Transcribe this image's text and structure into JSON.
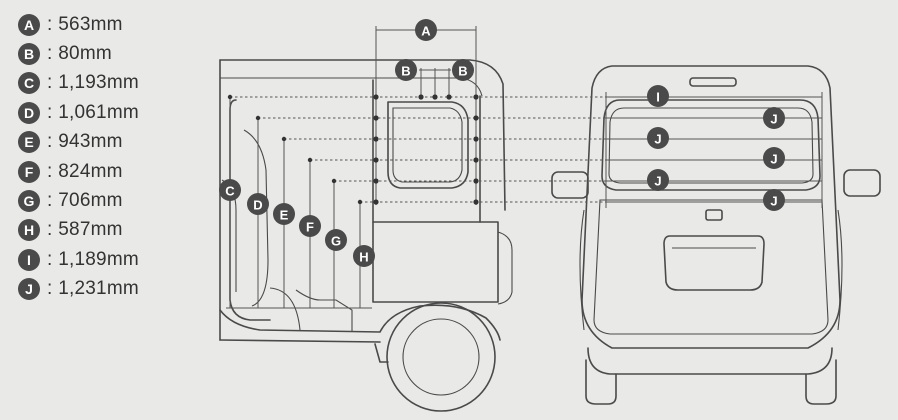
{
  "legend": [
    {
      "letter": "A",
      "value": "563mm"
    },
    {
      "letter": "B",
      "value": "80mm"
    },
    {
      "letter": "C",
      "value": "1,193mm"
    },
    {
      "letter": "D",
      "value": "1,061mm"
    },
    {
      "letter": "E",
      "value": "943mm"
    },
    {
      "letter": "F",
      "value": "824mm"
    },
    {
      "letter": "G",
      "value": "706mm"
    },
    {
      "letter": "H",
      "value": "587mm"
    },
    {
      "letter": "I",
      "value": "1,189mm"
    },
    {
      "letter": "J",
      "value": "1,231mm"
    }
  ],
  "colors": {
    "background": "#e9e9e7",
    "badge": "#4a4a4a",
    "line": "#4a4a4a"
  }
}
